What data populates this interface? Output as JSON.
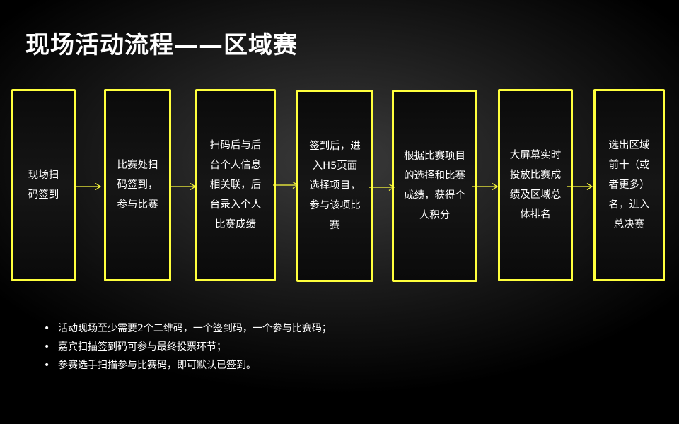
{
  "title": "现场活动流程——区域赛",
  "colors": {
    "box_border": "#ffff3c",
    "arrow": "#ffff3c",
    "text": "#ffffff",
    "background": "#000000"
  },
  "steps": [
    {
      "text": "现场扫码签到"
    },
    {
      "text": "比赛处扫码签到，参与比赛"
    },
    {
      "text": "扫码后与后台个人信息相关联，后台录入个人比赛成绩"
    },
    {
      "text": "签到后，进入H5页面选择项目，参与该项比赛"
    },
    {
      "text": "根据比赛项目的选择和比赛成绩，获得个人积分"
    },
    {
      "text": "大屏幕实时投放比赛成绩及区域总体排名"
    },
    {
      "text": "选出区域前十（或者更多）名，进入总决赛"
    }
  ],
  "notes": [
    "活动现场至少需要2个二维码，一个签到码，一个参与比赛码；",
    "嘉宾扫描签到码可参与最终投票环节；",
    "参赛选手扫描参与比赛码，即可默认已签到。"
  ],
  "bullet_icon": "bullet-dot-icon"
}
